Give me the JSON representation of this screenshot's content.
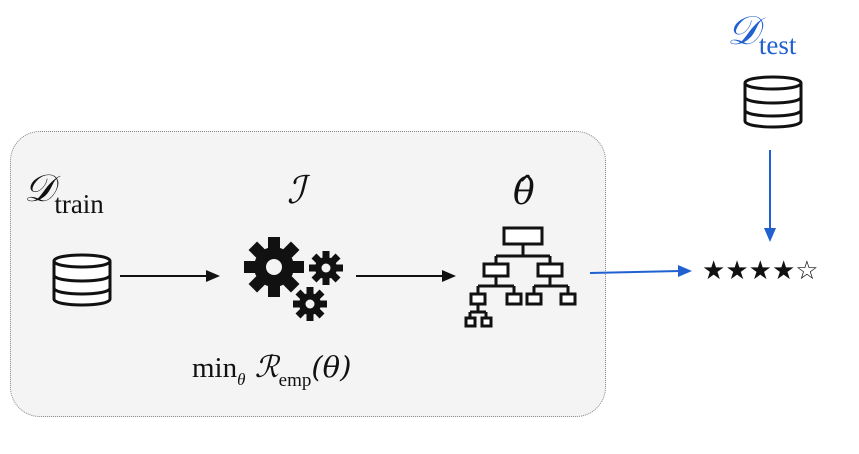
{
  "colors": {
    "test_blue": "#2060d0",
    "arrow_dark": "#111111",
    "panel_bg": "#f4f4f4"
  },
  "labels": {
    "train_D": "𝒟",
    "train_sub": "train",
    "algo": "ℐ",
    "model": "θ̂",
    "objective_min": "min",
    "objective_min_sub": "θ",
    "objective_R": "ℛ",
    "objective_R_sub": "emp",
    "objective_arg": "(θ)",
    "test_D": "𝒟",
    "test_sub": "test"
  },
  "rating": {
    "filled": 4,
    "total": 5,
    "filled_glyph": "★",
    "empty_glyph": "☆"
  },
  "icons": {
    "train_db": "database-icon",
    "gears": "gears-icon",
    "tree": "hierarchy-tree-icon",
    "test_db": "database-icon"
  }
}
